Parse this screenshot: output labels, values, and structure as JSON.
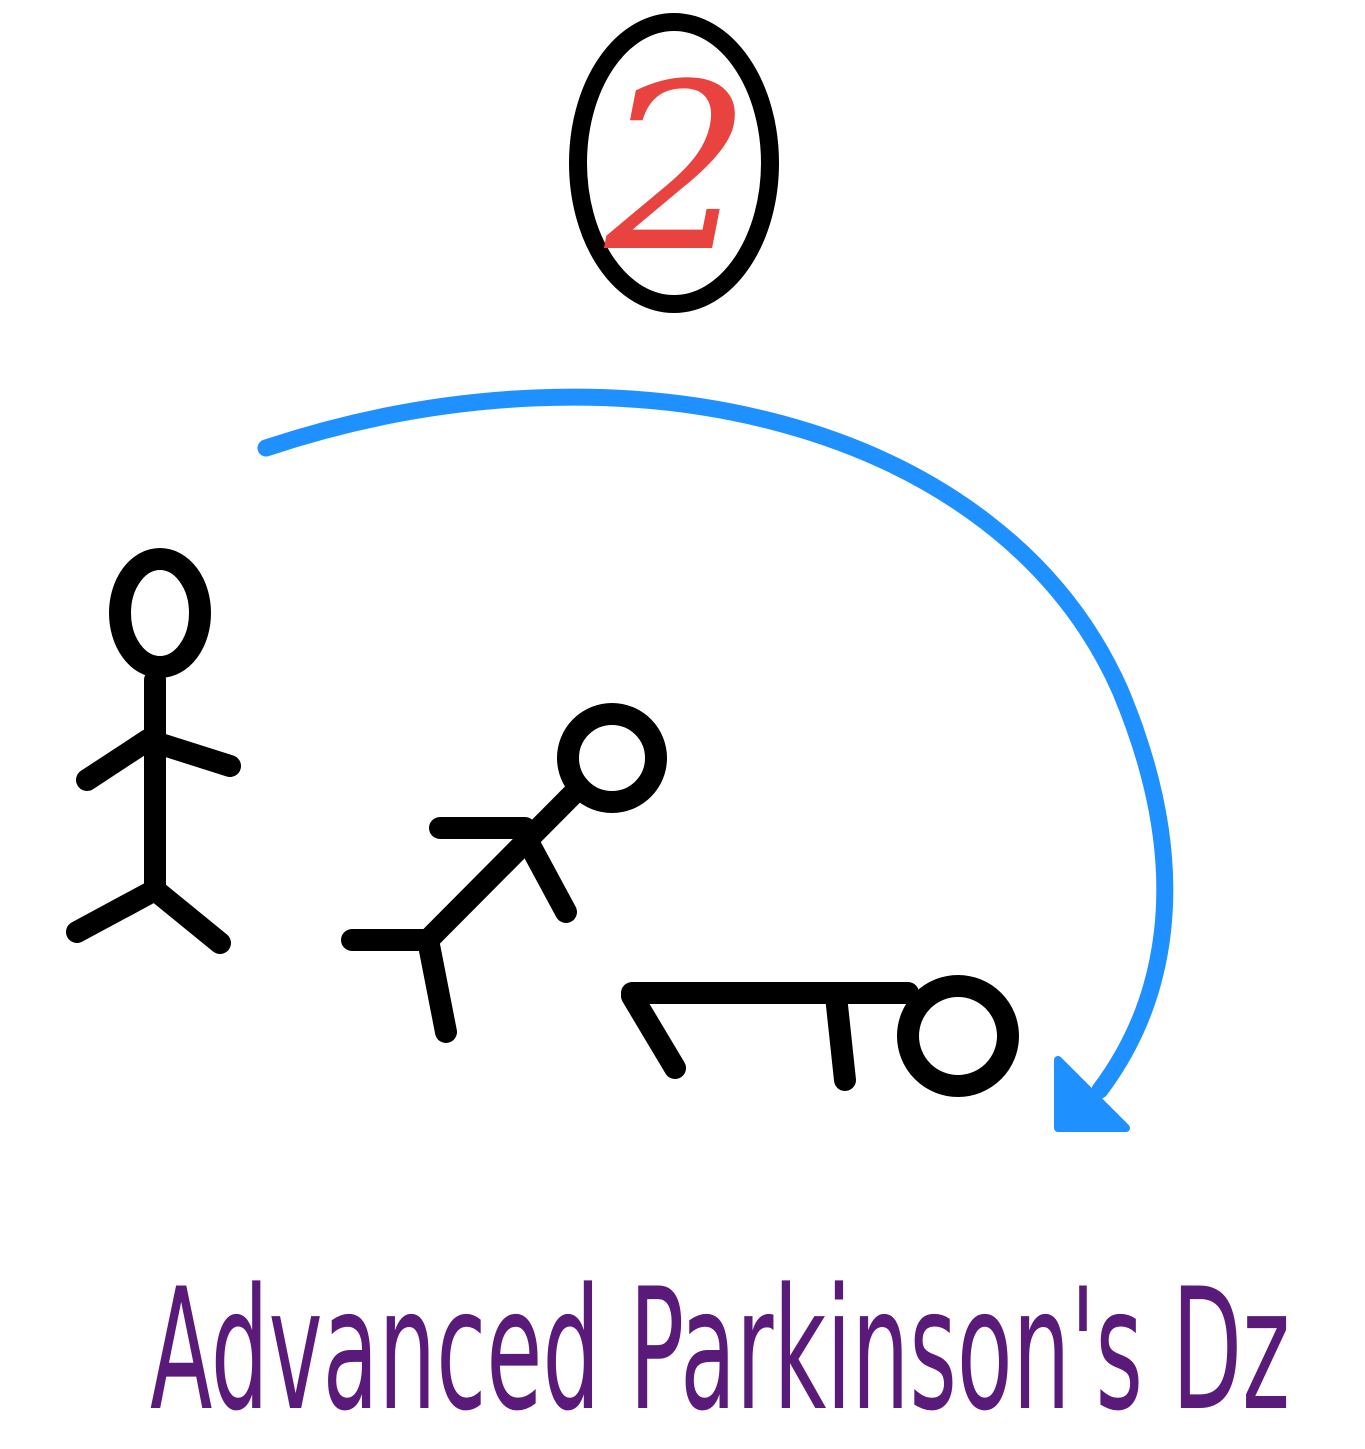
{
  "step": {
    "number": "2",
    "number_color": "#e8433f",
    "circle_color": "#000000"
  },
  "caption": {
    "text": "Advanced Parkinson's Dz",
    "color": "#5a1a7a"
  },
  "arrow": {
    "color": "#1e90ff"
  },
  "figures": [
    {
      "state": "standing"
    },
    {
      "state": "falling"
    },
    {
      "state": "lying"
    }
  ]
}
